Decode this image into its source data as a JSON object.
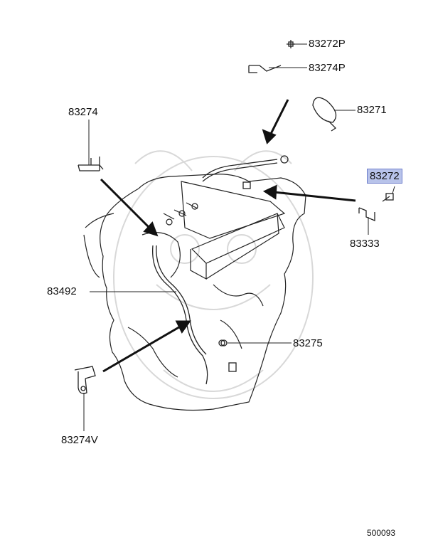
{
  "diagram": {
    "labels": {
      "p83272P": "83272P",
      "p83274P": "83274P",
      "p83271": "83271",
      "p83274": "83274",
      "p83272": "83272",
      "p83333": "83333",
      "p83492": "83492",
      "p83275": "83275",
      "p83274V": "83274V"
    },
    "highlighted_part": "83272",
    "highlight_color": "#b8c3ea",
    "figure_number": "500093",
    "watermark": "samurai helmet emblem (faint)"
  }
}
